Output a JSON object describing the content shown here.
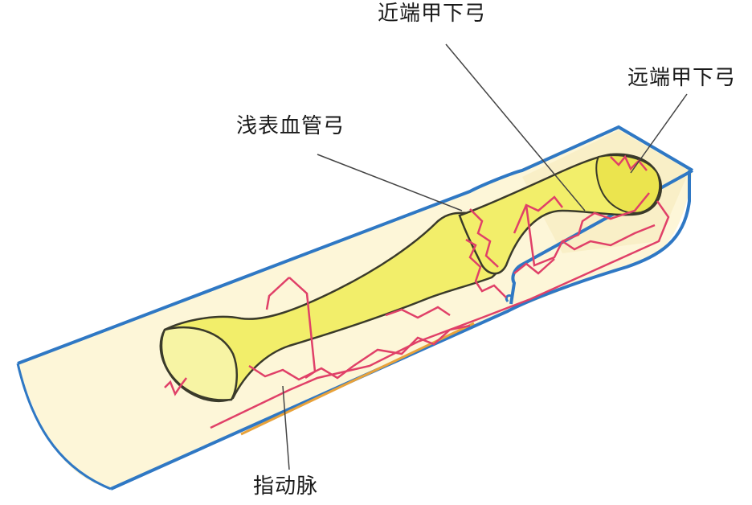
{
  "labels": {
    "proximal_subungual_arch": "近端甲下弓",
    "distal_subungual_arch": "远端甲下弓",
    "superficial_vascular_arch": "浅表血管弓",
    "digital_artery": "指动脉"
  },
  "colors": {
    "skin_outline": "#2f78c4",
    "skin_fill": "#fdf6d8",
    "bone_fill": "#f2ee6a",
    "bone_outline": "#3a3a2a",
    "artery": "#e04068",
    "leader_line": "#444444",
    "orange_edge": "#e8a23a"
  }
}
